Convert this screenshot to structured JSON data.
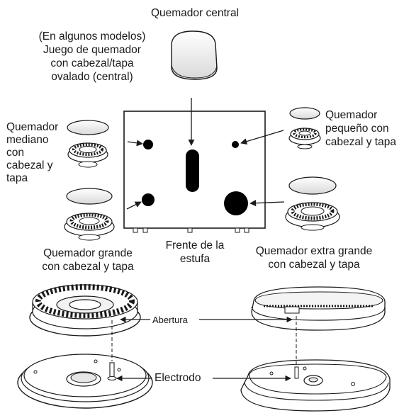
{
  "labels": {
    "central_title": "Quemador central",
    "oval_set": [
      "(En algunos modelos)",
      "Juego de quemador",
      "con cabezal/tapa",
      "ovalado (central)"
    ],
    "medium": [
      "Quemador",
      "mediano",
      "con",
      "cabezal y",
      "tapa"
    ],
    "small": [
      "Quemador",
      "pequeño con",
      "cabezal y tapa"
    ],
    "large": [
      "Quemador grande",
      "con cabezal y tapa"
    ],
    "stove_front": [
      "Frente de la",
      "estufa"
    ],
    "extra_large": [
      "Quemador extra grande",
      "con cabezal y tapa"
    ],
    "opening": "Abertura",
    "electrode": "Electrodo"
  },
  "colors": {
    "line": "#1a1a1a",
    "fill": "#ffffff",
    "cap_shade": "#d9d9d9",
    "dot": "#000000"
  }
}
